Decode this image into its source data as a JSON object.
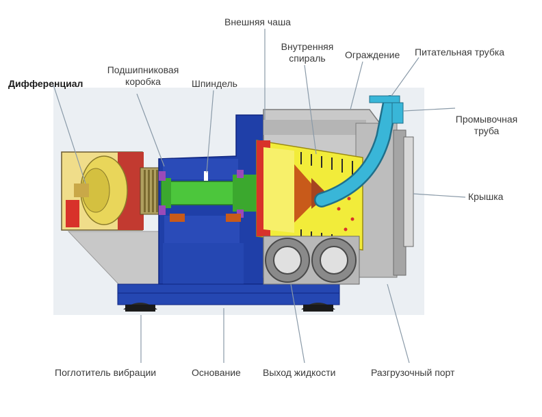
{
  "labels": {
    "differential": "Дифференциал",
    "bearing_box_1": "Подшипниковая",
    "bearing_box_2": "коробка",
    "spindle": "Шпиндель",
    "outer_bowl": "Внешняя чаша",
    "inner_spiral_1": "Внутренняя",
    "inner_spiral_2": "спираль",
    "guard": "Ограждение",
    "feed_pipe": "Питательная трубка",
    "wash_pipe_1": "Промывочная",
    "wash_pipe_2": "труба",
    "cover": "Крышка",
    "vibration_absorber": "Поглотитель вибрации",
    "base": "Основание",
    "liquid_outlet": "Выход жидкости",
    "discharge_port": "Разгрузочный порт"
  },
  "colors": {
    "housing_blue": "#1f3fa8",
    "spindle_green": "#4cc63c",
    "bowl_yellow": "#f2ec3a",
    "feed_cyan": "#39b6d8",
    "differential_gold": "#e7d86f",
    "accent_red": "#d8322a",
    "guard_gray": "#c9c9c9",
    "leader_line": "#8a9aa8"
  }
}
